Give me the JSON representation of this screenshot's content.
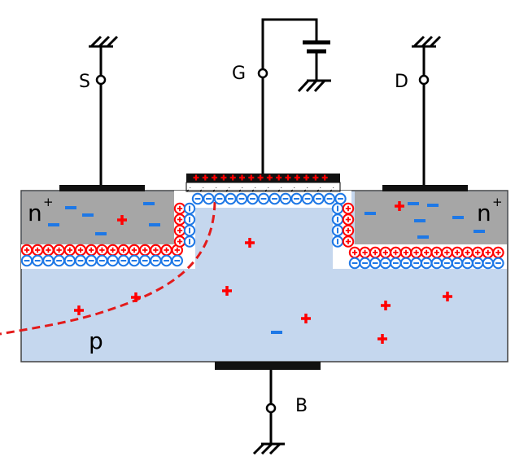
{
  "diagram": {
    "title": "n-channel MOSFET cross-section with gate bias",
    "terminals": {
      "source": "S",
      "gate": "G",
      "drain": "D",
      "body": "B"
    },
    "regions": {
      "source_doping": "n",
      "source_doping_sup": "+",
      "drain_doping": "n",
      "drain_doping_sup": "+",
      "substrate_doping": "p"
    },
    "colors": {
      "substrate": "#c5d7ee",
      "n_region": "#a6a6a6",
      "positive_charge": "#ff0000",
      "negative_charge": "#1e78e6",
      "metal": "#000000",
      "depletion_boundary": "#e31b1b"
    },
    "gate_positive_charge_count": 15,
    "channel_negative_ion_count": 14,
    "source_junction_ion_pairs_count": 15,
    "drain_junction_ion_pairs_count": 15,
    "side_junction_ion_pairs_count": 4
  }
}
